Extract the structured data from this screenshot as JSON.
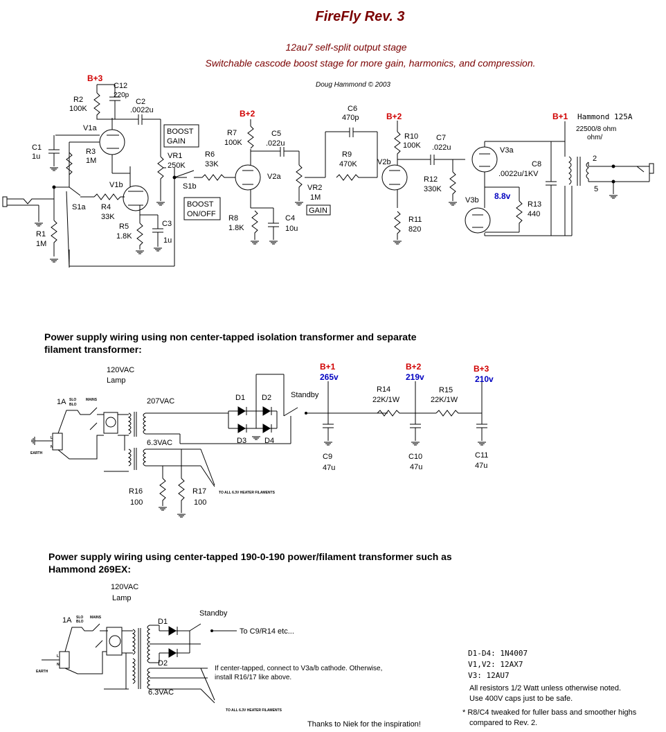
{
  "title": "FireFly Rev. 3",
  "subtitle1": "12au7 self-split output stage",
  "subtitle2": "Switchable cascode boost stage for more gain, harmonics, and compression.",
  "author": "Doug Hammond © 2003",
  "colors": {
    "title": "#7a0000",
    "rail_label": "#d00000",
    "voltage": "#0000c0"
  },
  "rails": {
    "b1": "B+1",
    "b2": "B+2",
    "b3": "B+3"
  },
  "voltages": {
    "b1": "265v",
    "b2": "219v",
    "b3": "210v",
    "v3b": "8.8v"
  },
  "components": {
    "r1": "R1",
    "r1v": "1M",
    "c1": "C1",
    "c1v": "1u",
    "r2": "R2",
    "r2v": "100K",
    "c12": "C12",
    "c12v": "220p",
    "c2": "C2",
    "c2v": ".0022u",
    "v1a": "V1a",
    "v1b": "V1b",
    "r3": "R3",
    "r3v": "1M",
    "r4": "R4",
    "r4v": "33K",
    "r5": "R5",
    "r5v": "1.8K",
    "c3": "C3",
    "c3v": "1u",
    "s1a": "S1a",
    "s1b": "S1b",
    "vr1": "VR1",
    "vr1v": "250K",
    "boost_gain": "BOOST GAIN",
    "boost_onoff": "BOOST ON/OFF",
    "r6": "R6",
    "r6v": "33K",
    "r7": "R7",
    "r7v": "100K",
    "c5": "C5",
    "c5v": ".022u",
    "v2a": "V2a",
    "r8": "R8",
    "r8v": "1.8K",
    "c4": "C4",
    "c4v": "10u",
    "vr2": "VR2",
    "vr2v": "1M",
    "gain": "GAIN",
    "c6": "C6",
    "c6v": "470p",
    "r9": "R9",
    "r9v": "470K",
    "v2b": "V2b",
    "r10": "R10",
    "r10v": "100K",
    "r11": "R11",
    "r11v": "820",
    "c7": "C7",
    "c7v": ".022u",
    "r12": "R12",
    "r12v": "330K",
    "v3a": "V3a",
    "v3b": "V3b",
    "c8": "C8",
    "c8v": ".0022u/1KV",
    "r13": "R13",
    "r13v": "440",
    "xfmr": "Hammond 125A",
    "xfmr_imp": "22500/8 ohm",
    "xfmr_pin2": "2",
    "xfmr_pin5": "5",
    "ohm": "ohm/"
  },
  "ps1": {
    "heading_line1": "Power supply wiring using non center-tapped isolation transformer and separate",
    "heading_line2": "filament transformer:",
    "vac120": "120VAC",
    "lamp": "Lamp",
    "fuse": "1A",
    "slo": "SLO",
    "blo": "BLO",
    "mains": "MAINS",
    "vac207": "207VAC",
    "vac63": "6.3VAC",
    "earth": "EARTH",
    "l": "L",
    "n": "N",
    "d1": "D1",
    "d2": "D2",
    "d3": "D3",
    "d4": "D4",
    "standby": "Standby",
    "r14": "R14",
    "r14v": "22K/1W",
    "r15": "R15",
    "r15v": "22K/1W",
    "c9": "C9",
    "c9v": "47u",
    "c10": "C10",
    "c10v": "47u",
    "c11": "C11",
    "c11v": "47u",
    "r16": "R16",
    "r16v": "100",
    "r17": "R17",
    "r17v": "100",
    "heaters": "TO ALL 6.3V HEATER FILAMENTS"
  },
  "ps2": {
    "heading_line1": "Power supply wiring using center-tapped 190-0-190 power/filament transformer such as",
    "heading_line2": "Hammond 269EX:",
    "vac120": "120VAC",
    "lamp": "Lamp",
    "fuse": "1A",
    "slo": "SLO",
    "blo": "BLO",
    "mains": "MAINS",
    "earth": "EARTH",
    "l": "L",
    "n": "N",
    "d1": "D1",
    "d2": "D2",
    "standby": "Standby",
    "to_c9": "To C9/R14 etc...",
    "ct_note1": "If center-tapped, connect to V3a/b cathode. Otherwise,",
    "ct_note2": "install R16/17 like above.",
    "vac63": "6.3VAC",
    "heaters": "TO ALL 6.3V HEATER FILAMENTS"
  },
  "notes": {
    "line1": "D1-D4: 1N4007",
    "line2": "V1,V2: 12AX7",
    "line3": "V3: 12AU7",
    "line4": "All resistors 1/2 Watt unless otherwise noted.",
    "line5": "Use 400V caps just to be safe.",
    "line6": "* R8/C4 tweaked for fuller bass and smoother highs",
    "line7": "compared to Rev. 2."
  },
  "thanks": "Thanks to Niek for the inspiration!"
}
